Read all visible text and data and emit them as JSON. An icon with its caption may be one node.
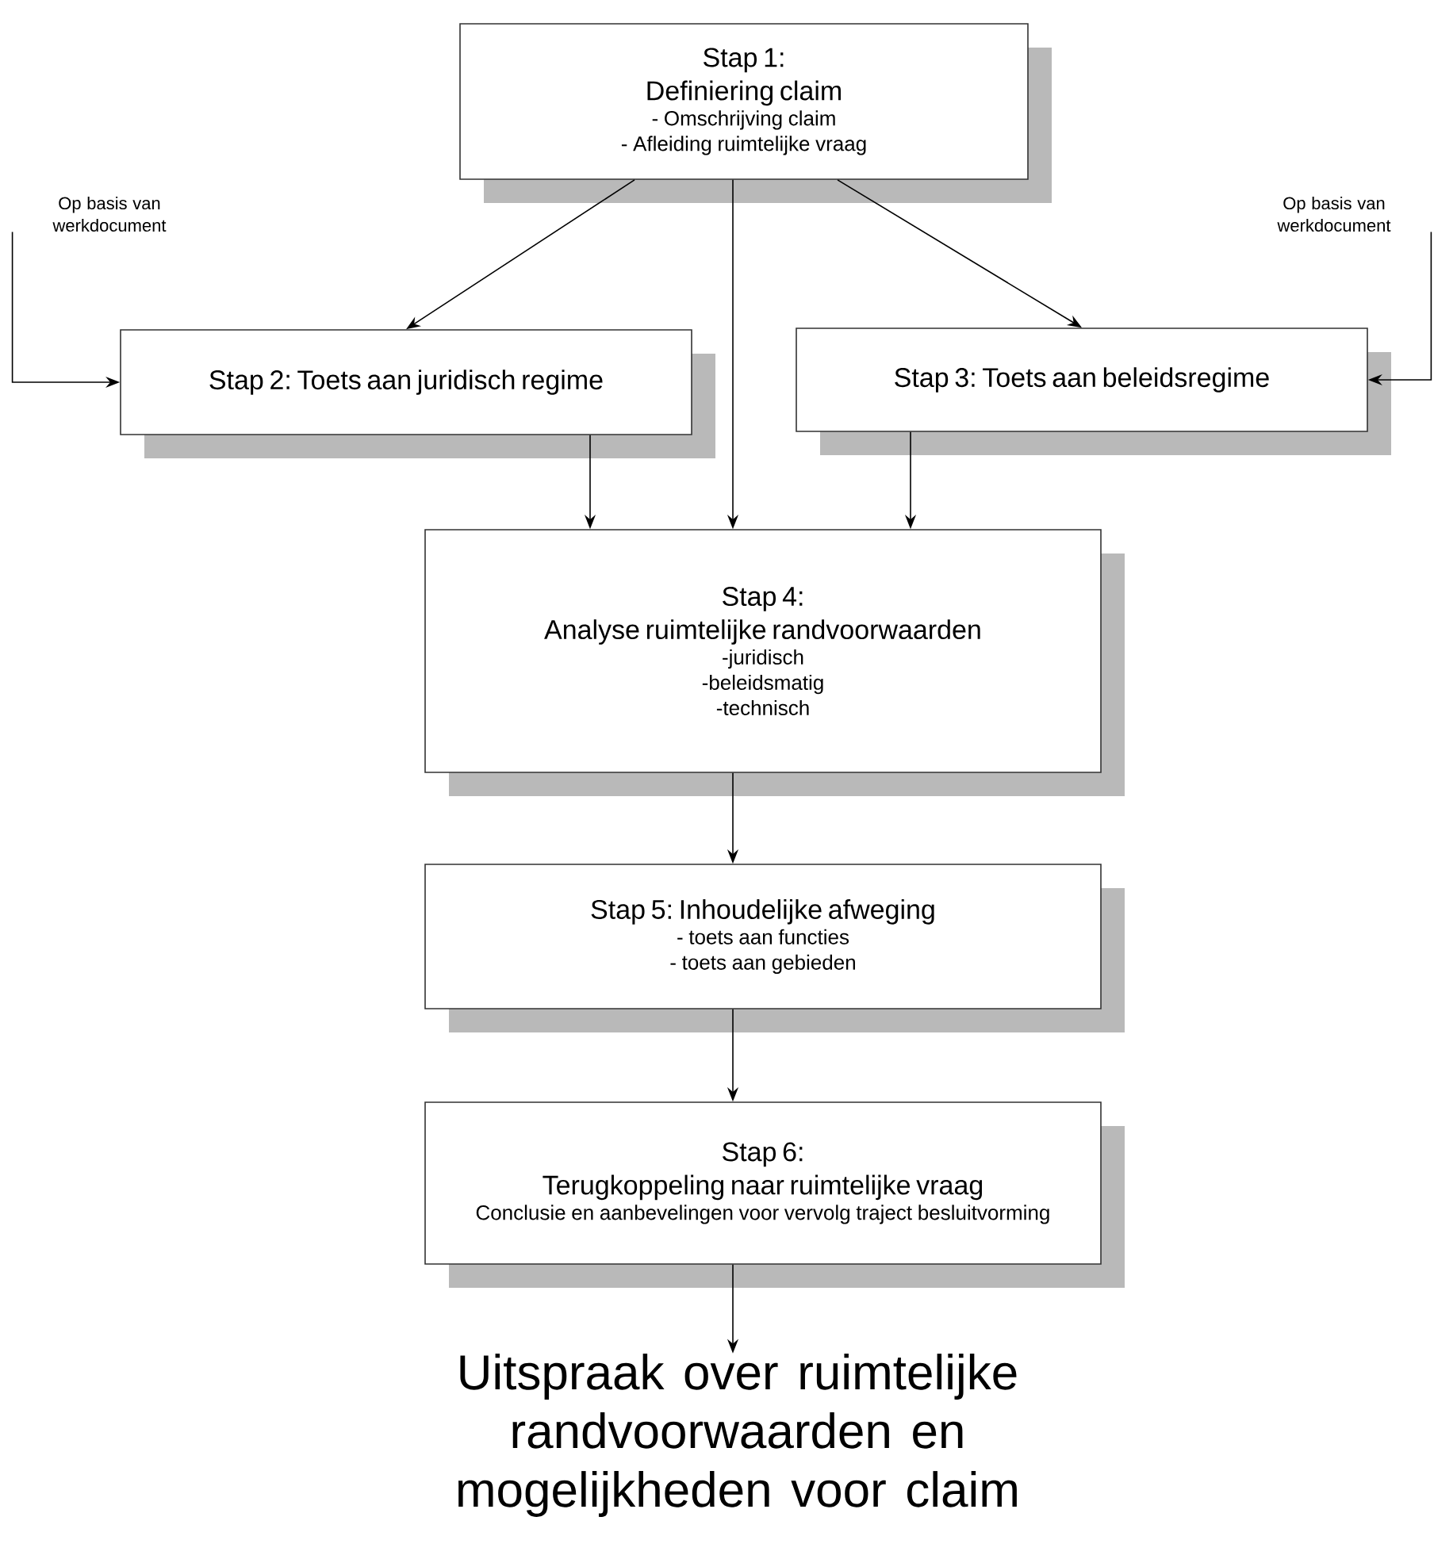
{
  "diagram": {
    "nodes": [
      {
        "text": [
          "Stap 1:",
          "Definiering claim",
          "- Omschrijving claim",
          "- Afleiding ruimtelijke vraag"
        ]
      },
      {
        "text": [
          "Op basis van werkdocument"
        ]
      },
      {
        "text": [
          "Stap 2: Toets aan juridisch regime"
        ]
      },
      {
        "text": [
          "Stap 3: Toets aan beleidsregime"
        ]
      },
      {
        "text": [
          "Op basis van werkdocument"
        ]
      },
      {
        "text": [
          "Stap 4:",
          "Analyse ruimtelijke randvoorwaarden",
          "-juridisch",
          "-beleidsmatig",
          "-technisch"
        ]
      },
      {
        "text": [
          "Stap 5: Inhoudelijke afweging",
          "- toets aan functies",
          "- toets aan gebieden"
        ]
      },
      {
        "text": [
          "Stap 6:",
          "Terugkoppeling naar ruimtelijke vraag",
          "Conclusie en aanbevelingen voor vervolg traject besluitvorming"
        ]
      },
      {
        "text": [
          "Uitspraak over ruimtelijke randvoorwaarden en mogelijkheden voor claim"
        ]
      }
    ],
    "edges": [
      {
        "from": 0,
        "to": 2,
        "arrow": "to"
      },
      {
        "from": 0,
        "to": 3,
        "arrow": "to"
      },
      {
        "from": 0,
        "to": 5,
        "arrow": "to"
      },
      {
        "from": 1,
        "to": 2,
        "arrow": "to"
      },
      {
        "from": 4,
        "to": 3,
        "arrow": "to"
      },
      {
        "from": 2,
        "to": 5,
        "arrow": "to"
      },
      {
        "from": 3,
        "to": 5,
        "arrow": "to"
      },
      {
        "from": 5,
        "to": 6,
        "arrow": "to"
      },
      {
        "from": 6,
        "to": 7,
        "arrow": "to"
      },
      {
        "from": 7,
        "to": 8,
        "arrow": "to"
      }
    ]
  }
}
